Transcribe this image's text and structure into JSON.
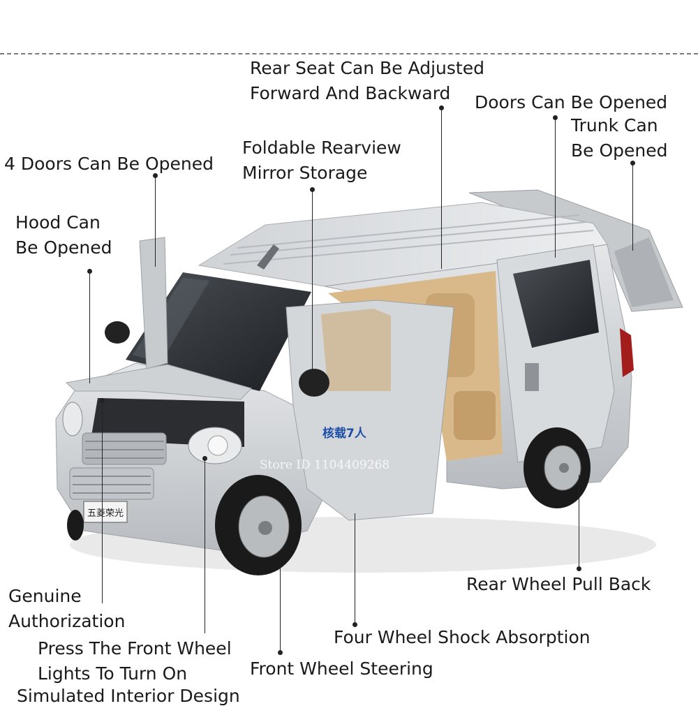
{
  "callouts": {
    "rear_seat": [
      "Rear Seat Can Be Adjusted",
      "Forward And Backward"
    ],
    "doors_open": "Doors Can Be Opened",
    "trunk": [
      "Trunk Can",
      "Be Opened"
    ],
    "four_doors": "4 Doors Can Be Opened",
    "mirror": [
      "Foldable Rearview",
      "Mirror Storage"
    ],
    "hood": [
      "Hood Can",
      "Be Opened"
    ],
    "rear_wheel": "Rear Wheel Pull Back",
    "genuine": [
      "Genuine",
      "Authorization"
    ],
    "front_lights": [
      "Press The Front Wheel",
      "Lights To Turn On"
    ],
    "shock": "Four Wheel Shock Absorption",
    "steering": "Front Wheel Steering",
    "cut_off": "Simulated Interior Design"
  },
  "van": {
    "door_text": "核载7人",
    "plate_text": "五菱荣光",
    "watermark": "Store ID 1104409268",
    "body_color": "#d3d6d9",
    "interior_color": "#d9b98a"
  }
}
